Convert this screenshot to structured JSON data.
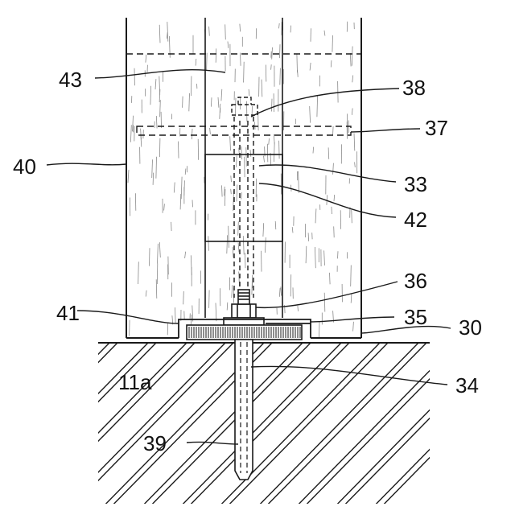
{
  "figure": {
    "labels": {
      "l43": "43",
      "l38": "38",
      "l37": "37",
      "l40": "40",
      "l33": "33",
      "l42": "42",
      "l36": "36",
      "l41": "41",
      "l35": "35",
      "l30": "30",
      "l11a": "11a",
      "l34": "34",
      "l39": "39"
    },
    "colors": {
      "line": "#1a1a1a",
      "background": "#ffffff"
    }
  }
}
